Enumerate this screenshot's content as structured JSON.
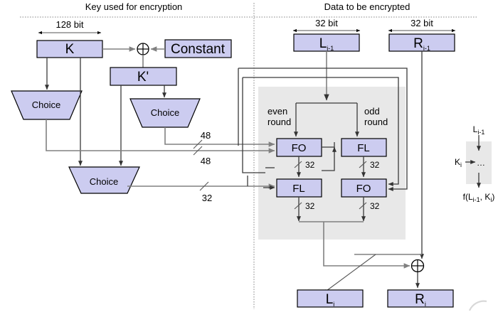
{
  "diagram": {
    "title_left": "Key used for encryption",
    "title_right": "Data to be encrypted",
    "key_side": {
      "width_label": "128 bit",
      "key_box": "K",
      "constant_box": "Constant",
      "kprime_box": "K'",
      "xor_symbol": "⊕",
      "choice_1": "Choice",
      "choice_2": "Choice",
      "choice_3": "Choice",
      "bus_48_a": "48",
      "bus_48_b": "48",
      "bus_32": "32"
    },
    "data_side": {
      "width_label_left": "32 bit",
      "width_label_right": "32 bit",
      "input_left": "L",
      "input_left_sub": "i-1",
      "input_right": "R",
      "input_right_sub": "i-1",
      "even_round_line1": "even",
      "even_round_line2": "round",
      "odd_round_line1": "odd",
      "odd_round_line2": "round",
      "fo_even": "FO",
      "fl_odd": "FL",
      "fl_even": "FL",
      "fo_odd": "FO",
      "w32_a": "32",
      "w32_b": "32",
      "w32_c": "32",
      "w32_d": "32",
      "xor_symbol": "⊕",
      "output_left": "L",
      "output_left_sub": "i",
      "output_right": "R",
      "output_right_sub": "i"
    },
    "legend": {
      "input_label": "L",
      "input_sub": "i-1",
      "key_label": "K",
      "key_sub": "i",
      "body": "…",
      "output_label": "f(L",
      "output_sub1": "i-1",
      "output_mid": ", K",
      "output_sub2": "i",
      "output_end": ")"
    },
    "colors": {
      "block_fill": "#ccccf0",
      "block_stroke": "#000000",
      "shaded_region": "#e8e8e8",
      "wire": "#808080",
      "background": "#ffffff"
    }
  }
}
